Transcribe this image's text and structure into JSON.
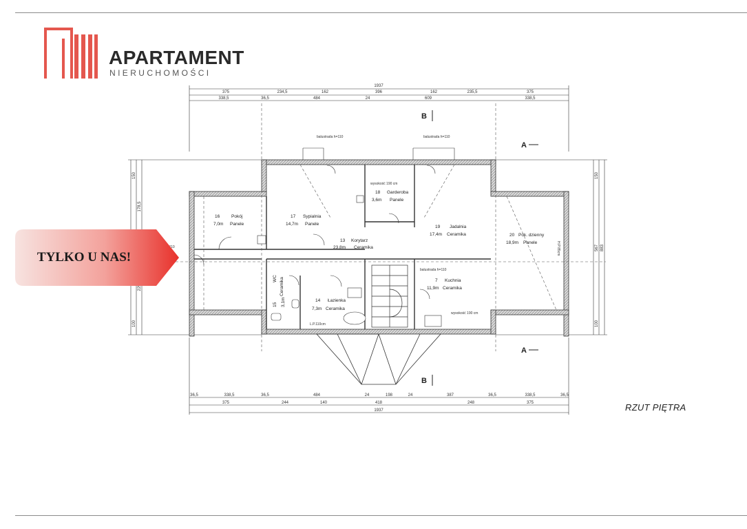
{
  "brand": {
    "name": "APARTAMENT",
    "tagline": "NIERUCHOMOŚCI",
    "accent_color": "#e4574e"
  },
  "badge": {
    "text": "TYLKO U NAS!"
  },
  "caption": "RZUT PIĘTRA",
  "plan": {
    "total_width_top": "1937",
    "total_width_bottom": "1937",
    "dims_top_row1": [
      "375",
      "234,5",
      "162",
      "396",
      "162",
      "235,5",
      "375"
    ],
    "dims_top_row2": [
      "338,5",
      "36,5",
      "484",
      "24",
      "609",
      "338,5"
    ],
    "dims_bottom_row1": [
      "36,5",
      "338,5",
      "36,5",
      "484",
      "24",
      "198",
      "24",
      "387",
      "36,5",
      "338,5",
      "36,5"
    ],
    "dims_bottom_row2": [
      "375",
      "244",
      "140",
      "418",
      "248",
      "375"
    ],
    "dims_left": [
      "150",
      "178,5",
      "225,5",
      "100"
    ],
    "dims_right": [
      "150",
      "567",
      "883",
      "100"
    ],
    "section_markers": [
      "A",
      "A",
      "B",
      "B"
    ],
    "labels": {
      "balustrada1": "balustrada h=110",
      "balustrada2": "balustrada h=110",
      "balustrada3": "balustrada h=110",
      "height_note1": "wysokość 190 cm",
      "height_note2": "wysokość 190 cm",
      "hp_note": "H.P.85cm",
      "lp_note": "L.P.110cm",
      "h110": "h=110"
    },
    "rooms": [
      {
        "num": "16",
        "name": "Pokój",
        "area": "7,0m",
        "floor": "Panele"
      },
      {
        "num": "17",
        "name": "Sypialnia",
        "area": "14,7m",
        "floor": "Panele"
      },
      {
        "num": "18",
        "name": "Garderoba",
        "area": "3,6m",
        "floor": "Panele"
      },
      {
        "num": "13",
        "name": "Korytarz",
        "area": "23,8m",
        "floor": "Ceramika"
      },
      {
        "num": "19",
        "name": "Jadalnia",
        "area": "17,4m",
        "floor": "Ceramika"
      },
      {
        "num": "20",
        "name": "Pok. dzienny",
        "area": "18,9m",
        "floor": "Panele"
      },
      {
        "num": "15",
        "name": "Ceramika",
        "area": "3,1m",
        "floor": "WC"
      },
      {
        "num": "14",
        "name": "Łazienka",
        "area": "7,3m",
        "floor": "Ceramika"
      },
      {
        "num": "7",
        "name": "Kuchnia",
        "area": "11,9m",
        "floor": "Ceramika"
      }
    ]
  }
}
